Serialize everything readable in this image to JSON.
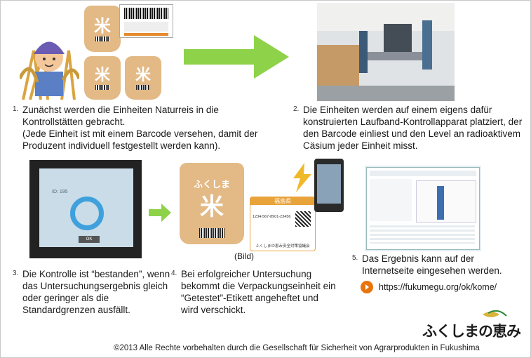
{
  "steps": [
    {
      "num": "1.",
      "text": "Zunächst werden die Einheiten Naturreis in die Kontrollstätten gebracht.",
      "note": "(Jede Einheit ist mit einem Barcode versehen, damit der Produzent individuell festgestellt werden kann)."
    },
    {
      "num": "2.",
      "text": "Die Einheiten werden auf einem eigens dafür konstruierten Laufband-Kontrollapparat platziert, der den Barcode einliest und den Level an radioaktivem Cäsium jeder Einheit misst."
    },
    {
      "num": "3.",
      "text": "Die Kontrolle ist “bestanden”, wenn das Untersuchungsergebnis gleich oder geringer als die Standardgrenzen ausfällt."
    },
    {
      "num": "4.",
      "text": "Bei erfolgreicher Untersuchung bekommt die Verpackungseinheit ein “Getestet”-Etikett angeheftet und wird verschickt."
    },
    {
      "num": "5.",
      "text": "Das Ergebnis kann auf der Internetseite eingesehen werden."
    }
  ],
  "bag_text": {
    "top": "ふくしま",
    "kanji": "米"
  },
  "tag": {
    "title": "福島県",
    "org": "ふくしまの恵み安全対策協議会",
    "code": "1234-567-8901-23456"
  },
  "image_caption": "(Bild)",
  "monitor_text": {
    "id": "ID: 195",
    "button": "OK"
  },
  "link": {
    "url": "https://fukumegu.org/ok/kome/"
  },
  "logo": {
    "text": "ふくしまの恵み"
  },
  "copyright": "©2013 Alle Rechte vorbehalten durch die Gesellschaft für Sicherheit von Agrarprodukten in Fukushima",
  "colors": {
    "arrow": "#8ed24a",
    "bag": "#e3b985",
    "tag_header": "#e8a33a",
    "link_button": "#e8740c"
  }
}
